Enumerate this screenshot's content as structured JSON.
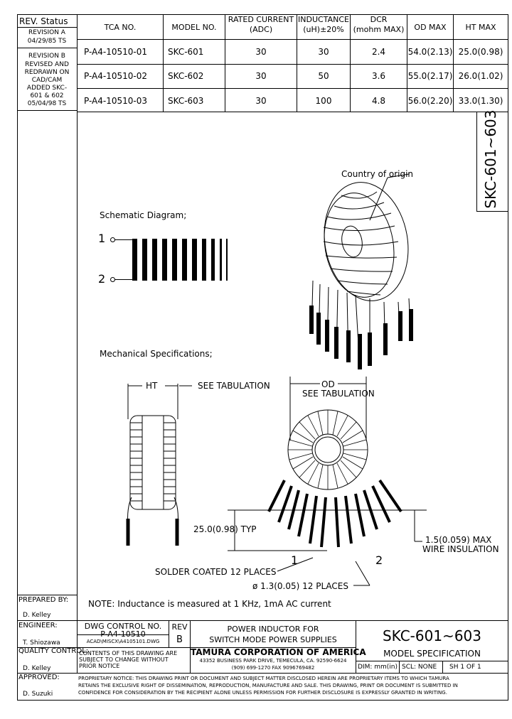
{
  "revision": {
    "title": "REV. Status",
    "rev_a_lines": [
      "REVISION A",
      "04/29/85 TS"
    ],
    "rev_b_lines": [
      "REVISION B",
      "REVISED AND",
      "REDRAWN ON",
      "CAD/CAM",
      "ADDED SKC-",
      "601 & 602",
      "05/04/98 TS"
    ]
  },
  "spec_table": {
    "headers": [
      "TCA NO.",
      "MODEL NO.",
      "RATED CURRENT\n(ADC)",
      "INDUCTANCE\n(uH)±20%",
      "DCR\n(mohm MAX)",
      "OD MAX",
      "HT MAX"
    ],
    "header_lines": {
      "rated": [
        "RATED CURRENT",
        "(ADC)"
      ],
      "inductance": [
        "INDUCTANCE",
        "(uH)±20%"
      ],
      "dcr": [
        "DCR",
        "(mohm MAX)"
      ]
    },
    "rows": [
      {
        "tca": "P-A4-10510-01",
        "model": "SKC-601",
        "current": "30",
        "inductance": "30",
        "dcr": "2.4",
        "od": "54.0(2.13)",
        "ht": "25.0(0.98)"
      },
      {
        "tca": "P-A4-10510-02",
        "model": "SKC-602",
        "current": "30",
        "inductance": "50",
        "dcr": "3.6",
        "od": "55.0(2.17)",
        "ht": "26.0(1.02)"
      },
      {
        "tca": "P-A4-10510-03",
        "model": "SKC-603",
        "current": "30",
        "inductance": "100",
        "dcr": "4.8",
        "od": "56.0(2.20)",
        "ht": "33.0(1.30)"
      }
    ]
  },
  "drawing": {
    "side_title": "SKC-601~603",
    "country_of_origin": "Country of origin",
    "schematic_title": "Schematic Diagram;",
    "pin1": "1",
    "pin2": "2",
    "mech_title": "Mechanical Specifications;",
    "ht_label": "HT",
    "see_tab_ht": "SEE TABULATION",
    "od_label": "OD",
    "see_tab_od": "SEE TABULATION",
    "lead_length": "25.0(0.98) TYP",
    "insulation_1": "1.5(0.059) MAX",
    "insulation_2": "WIRE INSULATION",
    "solder": "SOLDER COATED 12 PLACES",
    "dia_lead": "ø 1.3(0.05) 12 PLACES",
    "lead1": "1",
    "lead2": "2"
  },
  "note": {
    "prepared_label": "PREPARED BY:",
    "prepared_name": "D. Kelley",
    "text": "NOTE: Inductance is measured at 1 KHz, 1mA AC current"
  },
  "title_block": {
    "engineer_label": "ENGINEER:",
    "engineer_name": "T. Shiozawa",
    "qc_label": "QUALITY CONTROL:",
    "qc_name": "D. Kelley",
    "approved_label": "APPROVED:",
    "approved_name": "D. Suzuki",
    "dwg_control_label": "DWG CONTROL NO.",
    "dwg_control_no": "P-A4-10510",
    "dwg_file": "ACAD\\MISCX\\A4105101.DWG",
    "rev_label": "REV",
    "rev_value": "B",
    "title_1": "POWER INDUCTOR FOR",
    "title_2": "SWITCH MODE POWER SUPPLIES",
    "part_no": "SKC-601~603",
    "part_desc": "MODEL SPECIFICATION",
    "contents_1": "CONTENTS OF THIS DRAWING ARE",
    "contents_2": "SUBJECT TO CHANGE WITHOUT",
    "contents_3": "PRIOR NOTICE",
    "company": "TAMURA CORPORATION OF AMERICA",
    "address": "43352 BUSINESS PARK DRIVE, TEMECULA, CA. 92590-6624",
    "phone": "(909) 699-1270   FAX 9096769482",
    "dim": "DIM: mm(in)",
    "scale": "SCL: NONE",
    "sheet": "SH 1 OF 1",
    "proprietary_1": "PROPRIETARY NOTICE: THIS DRAWING PRINT OR DOCUMENT AND SUBJECT MATTER DISCLOSED HEREIN ARE PROPRIETARY ITEMS TO WHICH TAMURA",
    "proprietary_2": "RETAINS THE EXCLUSIVE RIGHT OF DISSEMINATION, REPRODUCTION, MANUFACTURE AND SALE. THIS DRAWING, PRINT OR DOCUMENT IS SUBMITTED IN",
    "proprietary_3": "CONFIDENCE FOR CONSIDERATION BY THE RECIPIENT ALONE UNLESS PERMISSION FOR FURTHER DISCLOSURE IS EXPRESSLY GRANTED IN WRITING."
  }
}
